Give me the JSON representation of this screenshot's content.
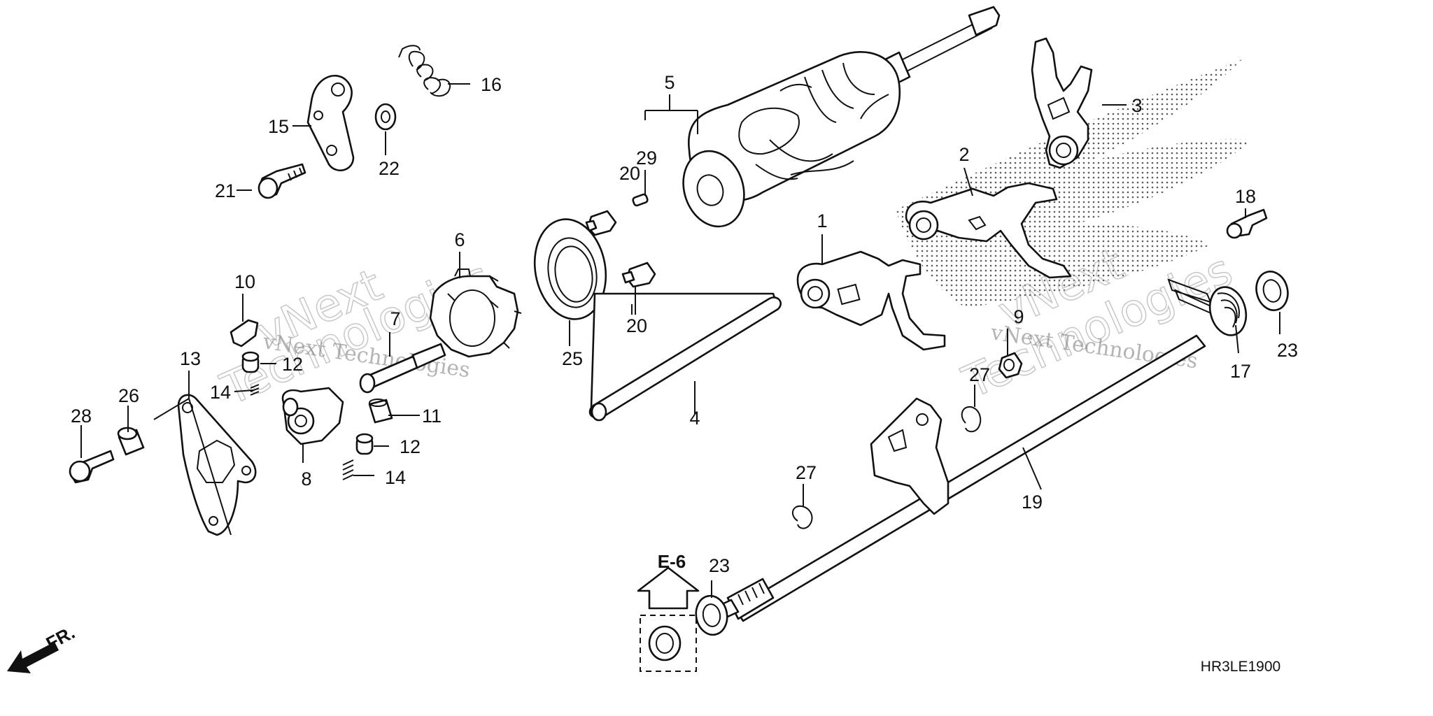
{
  "diagram": {
    "code": "HR3LE1900",
    "reference": "E-6",
    "direction_label": "FR.",
    "watermark": {
      "company": "vNext Technologies",
      "line1": "vNext",
      "line2": "Technologies"
    },
    "callouts": [
      {
        "id": "c1",
        "label": "1"
      },
      {
        "id": "c2",
        "label": "2"
      },
      {
        "id": "c3",
        "label": "3"
      },
      {
        "id": "c4",
        "label": "4"
      },
      {
        "id": "c5",
        "label": "5"
      },
      {
        "id": "c6",
        "label": "6"
      },
      {
        "id": "c7",
        "label": "7"
      },
      {
        "id": "c8",
        "label": "8"
      },
      {
        "id": "c9",
        "label": "9"
      },
      {
        "id": "c10",
        "label": "10"
      },
      {
        "id": "c11",
        "label": "11"
      },
      {
        "id": "c12a",
        "label": "12"
      },
      {
        "id": "c12b",
        "label": "12"
      },
      {
        "id": "c13",
        "label": "13"
      },
      {
        "id": "c14a",
        "label": "14"
      },
      {
        "id": "c14b",
        "label": "14"
      },
      {
        "id": "c15",
        "label": "15"
      },
      {
        "id": "c16",
        "label": "16"
      },
      {
        "id": "c17",
        "label": "17"
      },
      {
        "id": "c18",
        "label": "18"
      },
      {
        "id": "c19",
        "label": "19"
      },
      {
        "id": "c20a",
        "label": "20"
      },
      {
        "id": "c20b",
        "label": "20"
      },
      {
        "id": "c21",
        "label": "21"
      },
      {
        "id": "c22",
        "label": "22"
      },
      {
        "id": "c23a",
        "label": "23"
      },
      {
        "id": "c23b",
        "label": "23"
      },
      {
        "id": "c25",
        "label": "25"
      },
      {
        "id": "c26",
        "label": "26"
      },
      {
        "id": "c27a",
        "label": "27"
      },
      {
        "id": "c27b",
        "label": "27"
      },
      {
        "id": "c28",
        "label": "28"
      },
      {
        "id": "c29",
        "label": "29"
      }
    ]
  }
}
